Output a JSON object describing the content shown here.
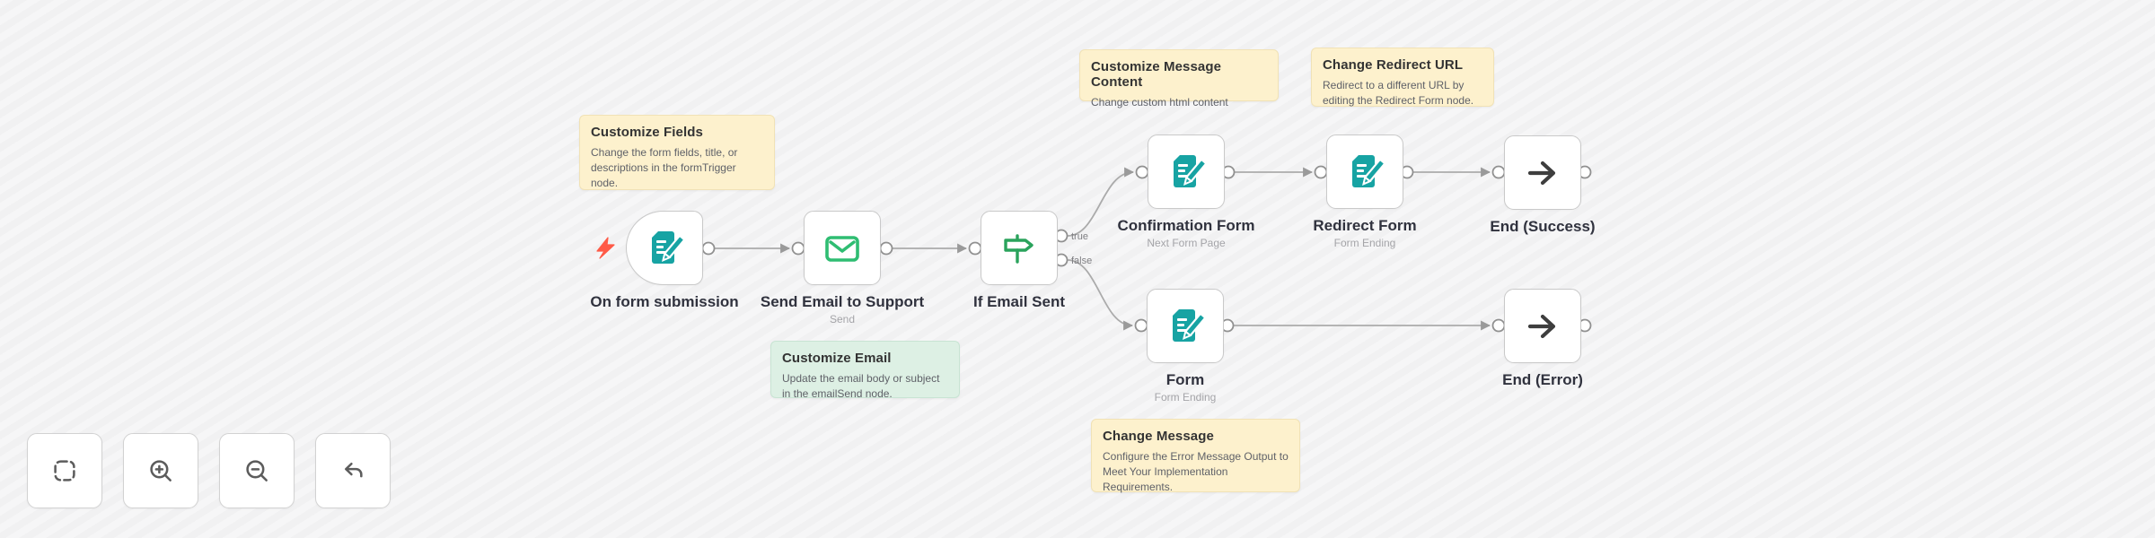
{
  "workflow": {
    "stickies": [
      {
        "title": "Customize Fields",
        "body": "Change the form fields, title, or descriptions in the formTrigger node.",
        "color": "yellow"
      },
      {
        "title": "Customize Message Content",
        "body": "Change custom html content",
        "color": "yellow"
      },
      {
        "title": "Change Redirect URL",
        "body": "Redirect to a different URL by editing the Redirect Form node.",
        "color": "yellow"
      },
      {
        "title": "Customize Email",
        "body": "Update the email body or subject in the emailSend node.",
        "color": "green"
      },
      {
        "title": "Change Message",
        "body": "Configure the Error Message Output to Meet Your Implementation Requirements.",
        "color": "yellow"
      }
    ],
    "nodes": [
      {
        "label": "On form submission",
        "sublabel": "",
        "icon": "form-pencil-icon",
        "type": "trigger"
      },
      {
        "label": "Send Email to Support",
        "sublabel": "Send",
        "icon": "envelope-icon",
        "type": "action"
      },
      {
        "label": "If Email Sent",
        "sublabel": "",
        "icon": "signpost-icon",
        "type": "if"
      },
      {
        "label": "Confirmation Form",
        "sublabel": "Next Form Page",
        "icon": "form-pencil-icon",
        "type": "action"
      },
      {
        "label": "Redirect Form",
        "sublabel": "Form Ending",
        "icon": "form-pencil-icon",
        "type": "action"
      },
      {
        "label": "End (Success)",
        "sublabel": "",
        "icon": "arrow-right-icon",
        "type": "action"
      },
      {
        "label": "Form",
        "sublabel": "Form Ending",
        "icon": "form-pencil-icon",
        "type": "action"
      },
      {
        "label": "End (Error)",
        "sublabel": "",
        "icon": "arrow-right-icon",
        "type": "action"
      }
    ],
    "branch_labels": [
      "true",
      "false"
    ],
    "controls": [
      {
        "icon": "zoom-to-fit-icon"
      },
      {
        "icon": "zoom-in-icon"
      },
      {
        "icon": "zoom-out-icon"
      },
      {
        "icon": "undo-icon"
      }
    ],
    "colors": {
      "canvas_bg": "#f3f3f4",
      "sticky_yellow": "#fdf1cd",
      "sticky_green": "#ddf0e4",
      "node_teal": "#17a3a3",
      "email_green": "#2fbd72",
      "if_green": "#2aa35c",
      "end_arrow_dark": "#3e3e3e",
      "trigger_bolt_red": "#ff5a47",
      "wire_gray": "#ababab"
    }
  }
}
